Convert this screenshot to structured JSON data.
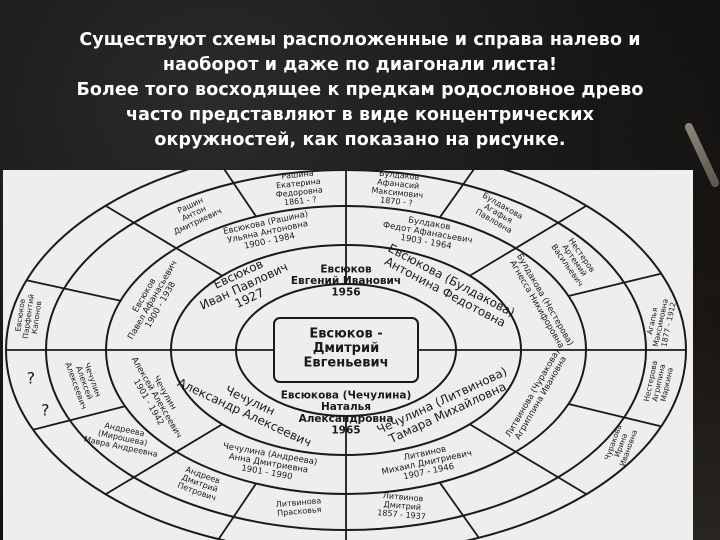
{
  "slide": {
    "title_lines": [
      "Существуют схемы расположенные и справа налево и",
      "наоборот и даже по диагонали листа!",
      "Более того восходящее к предкам родословное древо",
      "часто представляют в виде концентрических",
      "окружностей, как показано на рисунке."
    ]
  },
  "diagram": {
    "center": {
      "lines": [
        "Евсюков -",
        "Дмитрий",
        "Евгеньевич"
      ]
    },
    "parents": {
      "father": {
        "name": "Евсюков",
        "given": "Евгений Иванович",
        "year": "1956"
      },
      "mother": {
        "name": "Евсюкова (Чечулина)",
        "given": "Наталья",
        "patronymic": "Александровна",
        "year": "1965"
      }
    },
    "grandparents": {
      "pat_grandfather": {
        "lines": [
          "Евсюков",
          "Иван Павлович",
          "1927"
        ]
      },
      "pat_grandmother": {
        "lines": [
          "Евсюкова (Булдакова)",
          "Антонина Федотовна"
        ]
      },
      "mat_grandfather": {
        "lines": [
          "Чечулин",
          "Александр Алексеевич"
        ]
      },
      "mat_grandmother": {
        "lines": [
          "Чечулина (Литвинова)",
          "Тамара Михайловна"
        ]
      }
    },
    "great_grandparents": {
      "ggp_1": {
        "lines": [
          "Евсюкова (Рашина)",
          "Ульяна Антоновна",
          "1900 - 1984"
        ]
      },
      "ggp_2": {
        "lines": [
          "Булдаков",
          "Федот Афанасьевич",
          "1903 - 1964"
        ]
      },
      "ggp_3": {
        "lines": [
          "Булдакова (Нестерова)",
          "Агнесса Никифоровна"
        ]
      },
      "ggp_4": {
        "lines": [
          "Литвинова (Чуракова)",
          "Агриппина Ивановна"
        ]
      },
      "ggp_5": {
        "lines": [
          "Литвинов",
          "Михаил Дмитриевич",
          "1907 - 1946"
        ]
      },
      "ggp_6": {
        "lines": [
          "Чечулина (Андреева)",
          "Анна Дмитриевна",
          "1901 - 1990"
        ]
      },
      "ggp_7": {
        "lines": [
          "Чечулин",
          "Алексей Алексеевич",
          "1901 - 1942"
        ]
      },
      "ggp_8": {
        "lines": [
          "Евсюков",
          "Павел Афанасьевич",
          "1900 - 1938"
        ]
      }
    },
    "g3": {
      "g3_1": {
        "lines": [
          "Рашина",
          "Екатерина",
          "Федоровна",
          "1861 - ?"
        ]
      },
      "g3_2": {
        "lines": [
          "Булдаков",
          "Афанасий",
          "Максимович",
          "1870 - ?"
        ]
      },
      "g3_3": {
        "lines": [
          "Булдакова",
          "Агафья",
          "Павловна"
        ]
      },
      "g3_4": {
        "lines": [
          "Нестеров",
          "Артемий",
          "Васильевич"
        ]
      },
      "g3_5": {
        "lines": [
          "Литвинов",
          "Дмитрий",
          "1857 - 1937"
        ]
      },
      "g3_6": {
        "lines": [
          "Литвинова",
          "Прасковья"
        ]
      },
      "g3_7": {
        "lines": [
          "Андреев",
          "Дмитрий",
          "Петрович"
        ]
      },
      "g3_8": {
        "lines": [
          "Андреева",
          "(Мирошева)",
          "Мавра Андреевна"
        ]
      },
      "g3_9": {
        "lines": [
          "Чечулин",
          "Алексей",
          "Алексеевич"
        ]
      },
      "g3_10": {
        "lines": [
          "Рашин",
          "Антон",
          "Дмитриевич"
        ]
      }
    },
    "outer": {
      "o_1": {
        "lines": [
          "Евсюков",
          "Парфентий",
          "Капонов"
        ]
      },
      "o_2": {
        "lines": [
          "?"
        ]
      },
      "o_3": {
        "lines": [
          "?"
        ]
      },
      "o_4": {
        "lines": [
          "Агапья",
          "Максимовна",
          "1877 - 1912"
        ]
      },
      "o_5": {
        "lines": [
          "Нестерова",
          "Агрипина",
          "Маркина"
        ]
      },
      "o_6": {
        "lines": [
          "Чуракова",
          "Ирина",
          "Ивановна"
        ]
      }
    }
  }
}
